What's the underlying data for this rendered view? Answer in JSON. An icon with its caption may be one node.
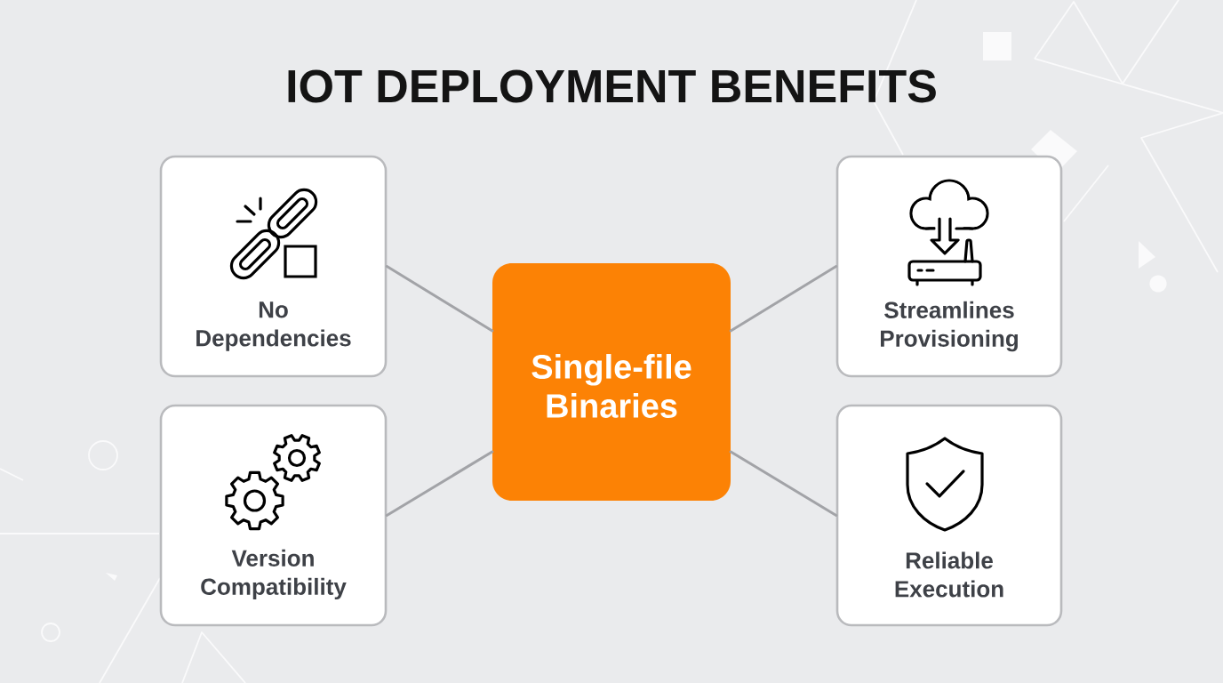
{
  "diagram": {
    "title": "IOT DEPLOYMENT BENEFITS",
    "nodes": [
      {
        "text": [
          "No Dependencies"
        ]
      },
      {
        "text": [
          "Single-file Binaries"
        ]
      },
      {
        "text": [
          "Streamlines Provisioning"
        ]
      },
      {
        "text": [
          "Version Compatibility"
        ]
      },
      {
        "text": [
          "Reliable Execution"
        ]
      }
    ],
    "edges": [
      {
        "from": 1,
        "to": 0,
        "arrow": "none"
      },
      {
        "from": 1,
        "to": 2,
        "arrow": "none"
      },
      {
        "from": 1,
        "to": 3,
        "arrow": "none"
      },
      {
        "from": 1,
        "to": 4,
        "arrow": "none"
      }
    ]
  }
}
